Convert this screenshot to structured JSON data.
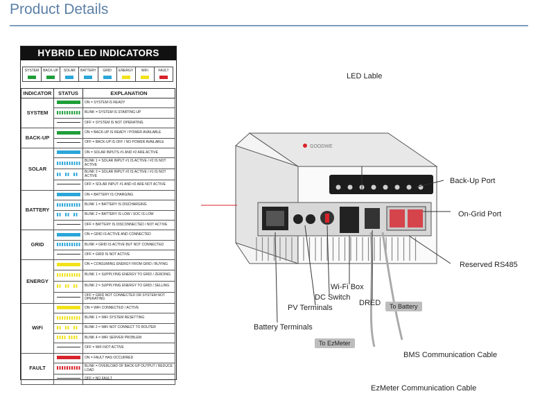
{
  "page": {
    "title": "Product Details"
  },
  "led_table": {
    "title": "HYBRID  LED INDICATORS",
    "legend": [
      {
        "label": "SYSTEM",
        "color": "#1f9e3a"
      },
      {
        "label": "BACK-UP",
        "color": "#1f9e3a"
      },
      {
        "label": "SOLAR",
        "color": "#2ba6d9"
      },
      {
        "label": "BATTERY",
        "color": "#2ba6d9"
      },
      {
        "label": "GRID",
        "color": "#2ba6d9"
      },
      {
        "label": "ENERGY",
        "color": "#f2e21a"
      },
      {
        "label": "WiFi",
        "color": "#f2e21a"
      },
      {
        "label": "FAULT",
        "color": "#d8232a"
      }
    ],
    "headers": {
      "indicator": "INDICATOR",
      "status": "STATUS",
      "explanation": "EXPLANATION"
    },
    "groups": [
      {
        "name": "SYSTEM",
        "color": "#1f9e3a",
        "rows": [
          {
            "status": "on",
            "text": "ON = SYSTEM IS READY"
          },
          {
            "status": "blink",
            "text": "BLINK = SYSTEM IS STARTING UP"
          },
          {
            "status": "off",
            "text": "OFF = SYSTEM IS NOT OPERATING"
          }
        ]
      },
      {
        "name": "BACK-UP",
        "color": "#1f9e3a",
        "rows": [
          {
            "status": "on",
            "text": "ON = BACK-UP IS READY / POWER AVAILABLE"
          },
          {
            "status": "off",
            "text": "OFF = BACK-UP IS OFF / NO POWER AVAILABLE"
          }
        ]
      },
      {
        "name": "SOLAR",
        "color": "#2ba6d9",
        "rows": [
          {
            "status": "on",
            "text": "ON = SOLAR INPUTS #1 AND #2 ARE ACTIVE"
          },
          {
            "status": "blink",
            "text": "BLINK 1 = SOLAR INPUT #1 IS ACTIVE / #2 IS NOT ACTIVE"
          },
          {
            "status": "blink2",
            "text": "BLINK 2 = SOLAR INPUT #2 IS ACTIVE / #1 IS NOT ACTIVE"
          },
          {
            "status": "off",
            "text": "OFF = SOLAR INPUT #1 AND #2 ARE NOT ACTIVE"
          }
        ]
      },
      {
        "name": "BATTERY",
        "color": "#2ba6d9",
        "rows": [
          {
            "status": "on",
            "text": "ON = BATTERY IS CHARGING"
          },
          {
            "status": "blink",
            "text": "BLINK 1 = BATTERY IS DISCHARGING"
          },
          {
            "status": "blink2",
            "text": "BLINK 2 = BATTERY IS LOW / SOC IS LOW"
          },
          {
            "status": "off",
            "text": "OFF = BATTERY IS DISCONNECTED / NOT ACTIVE"
          }
        ]
      },
      {
        "name": "GRID",
        "color": "#2ba6d9",
        "rows": [
          {
            "status": "on",
            "text": "ON = GRID IS ACTIVE AND CONNECTED"
          },
          {
            "status": "blink",
            "text": "BLINK = GRID IS ACTIVE BUT NOT CONNECTED"
          },
          {
            "status": "off",
            "text": "OFF = GRID IS NOT ACTIVE"
          }
        ]
      },
      {
        "name": "ENERGY",
        "color": "#f2e21a",
        "rows": [
          {
            "status": "on",
            "text": "ON = CONSUMING ENERGY FROM GRID / BUYING"
          },
          {
            "status": "blink",
            "text": "BLINK 1 = SUPPLYING ENERGY TO GRID / ZEROING"
          },
          {
            "status": "blink2",
            "text": "BLINK 2 = SUPPLYING ENERGY TO GRID / SELLING"
          },
          {
            "status": "off",
            "text": "OFF = GRID NOT CONNECTED OR SYSTEM NOT OPERATING"
          }
        ]
      },
      {
        "name": "WiFi",
        "color": "#f2e21a",
        "rows": [
          {
            "status": "on",
            "text": "ON = WiFi CONNECTED / ACTIVE"
          },
          {
            "status": "blink",
            "text": "BLINK 1 = WiFi SYSTEM RESETTING"
          },
          {
            "status": "blink2",
            "text": "BLINK 2 = WiFi NOT CONNECT TO ROUTER"
          },
          {
            "status": "blink4",
            "text": "BLINK 4 = WiFi SERVER PROBLEM"
          },
          {
            "status": "off",
            "text": "OFF = WiFi NOT ACTIVE"
          }
        ]
      },
      {
        "name": "FAULT",
        "color": "#d8232a",
        "rows": [
          {
            "status": "on",
            "text": "ON = FAULT HAS OCCURRED"
          },
          {
            "status": "blink",
            "text": "BLINK = OVERLOAD OF BACK-UP OUTPUT / REDUCE LOAD"
          },
          {
            "status": "off",
            "text": "OFF = NO FAULT"
          }
        ]
      }
    ]
  },
  "device": {
    "brand": "GOODWE",
    "labels": {
      "led_lable": "LED Lable",
      "backup_port": "Back-Up Port",
      "ongrid_port": "On-Grid Port",
      "reserved_rs485": "Reserved RS485",
      "wifi_box": "Wi-Fi Box",
      "dc_switch": "DC Switch",
      "pv_terminals": "PV Terminals",
      "dred": "DRED",
      "battery_terminals": "Battery Terminals",
      "bms_cable": "BMS Communication Cable",
      "ezmeter_cable": "EzMeter Communication Cable"
    },
    "tags": {
      "to_battery": "To Battery",
      "to_ezmeter": "To EzMeter"
    }
  }
}
